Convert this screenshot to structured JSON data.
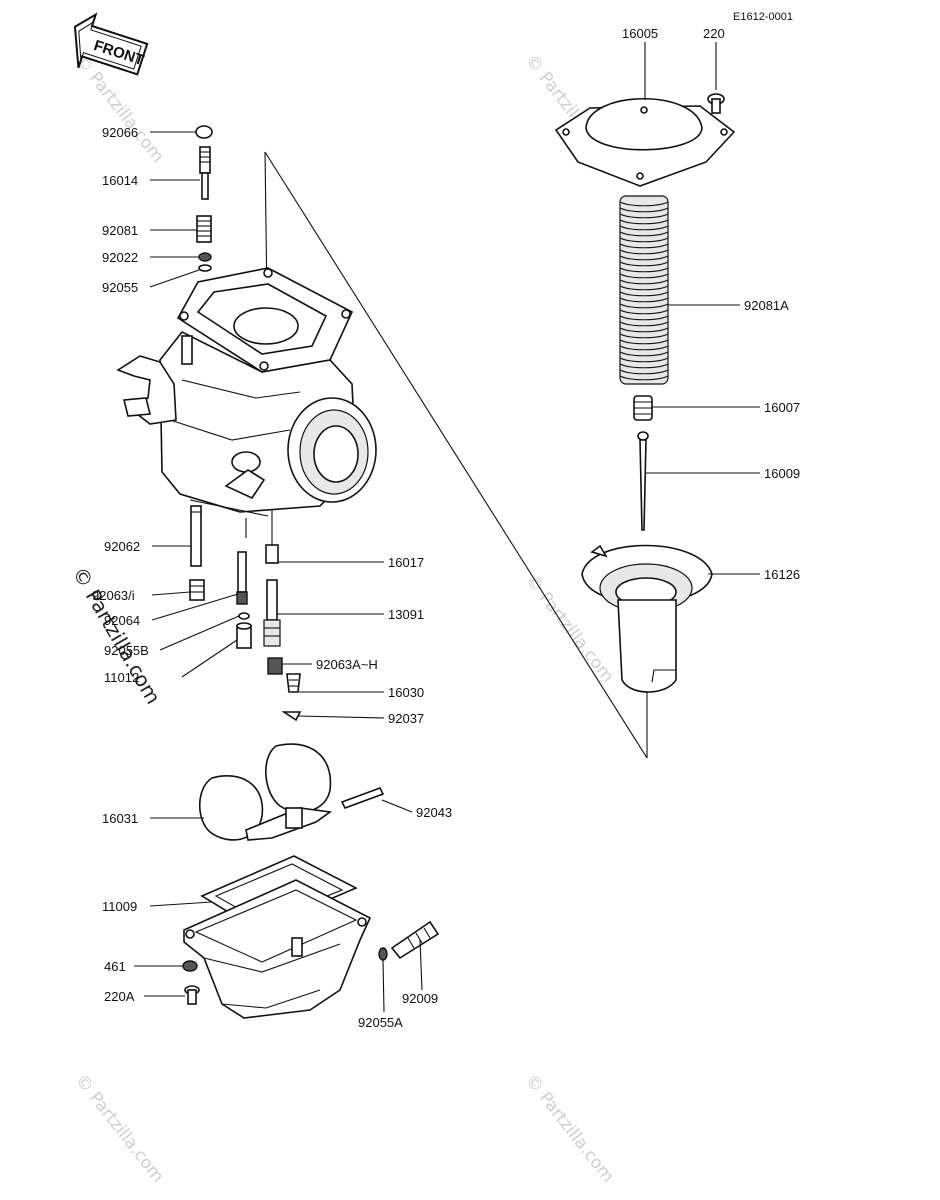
{
  "diagram_code": "E1612-0001",
  "front_badge": "FRONT",
  "watermark": "© Partzilla.com",
  "labels": {
    "p92066": "92066",
    "p16014": "16014",
    "p92081": "92081",
    "p92022": "92022",
    "p92055": "92055",
    "p92062": "92062",
    "p92063i": "92063/i",
    "p92064": "92064",
    "p92055b": "92055B",
    "p11012": "11012",
    "p16017": "16017",
    "p13091": "13091",
    "p92063ah": "92063A~H",
    "p16030": "16030",
    "p92037": "92037",
    "p16031": "16031",
    "p92043": "92043",
    "p11009": "11009",
    "p461": "461",
    "p220a": "220A",
    "p92055a": "92055A",
    "p92009": "92009",
    "p16005": "16005",
    "p220": "220",
    "p92081a": "92081A",
    "p16007": "16007",
    "p16009": "16009",
    "p16126": "16126"
  }
}
